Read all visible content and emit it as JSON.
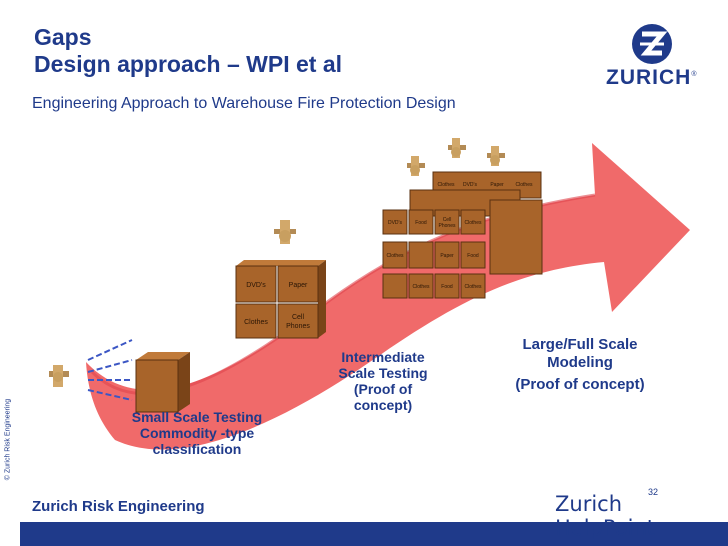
{
  "header": {
    "title_line1": "Gaps",
    "title_line2": "Design approach – WPI et al",
    "subtitle": "Engineering Approach to Warehouse Fire Protection Design"
  },
  "logo": {
    "text": "ZURICH",
    "registered": "®",
    "icon": "zurich-z-logo-icon"
  },
  "side_text": "© Zurich Risk Engineering",
  "labels": {
    "small": {
      "line1": "Small Scale Testing",
      "line2": "Commodity -type",
      "line3": "classification"
    },
    "intermediate": {
      "line1": "Intermediate",
      "line2": "Scale Testing",
      "line3": "(Proof of",
      "line4": "concept)"
    },
    "large": {
      "line1": "Large/Full Scale",
      "line2": "Modeling",
      "line3": "(Proof of concept)"
    }
  },
  "boxes": {
    "mid": {
      "dvds": "DVD's",
      "paper": "Paper",
      "clothes": "Clothes",
      "cell": "Cell",
      "phones": "Phones"
    },
    "large": {
      "dvds": "DVD's",
      "paper": "Paper",
      "food": "Food",
      "clothes": "Clothes",
      "cell": "Cell",
      "phones": "Phones"
    }
  },
  "colors": {
    "arrow": "#f06a6a",
    "arrow_dark": "#e0454d",
    "box": "#a8642a",
    "brand_blue": "#1f3a8a"
  },
  "footer": {
    "left": "Zurich Risk Engineering",
    "page": "32",
    "brand": "Zurich HelpPoint"
  }
}
